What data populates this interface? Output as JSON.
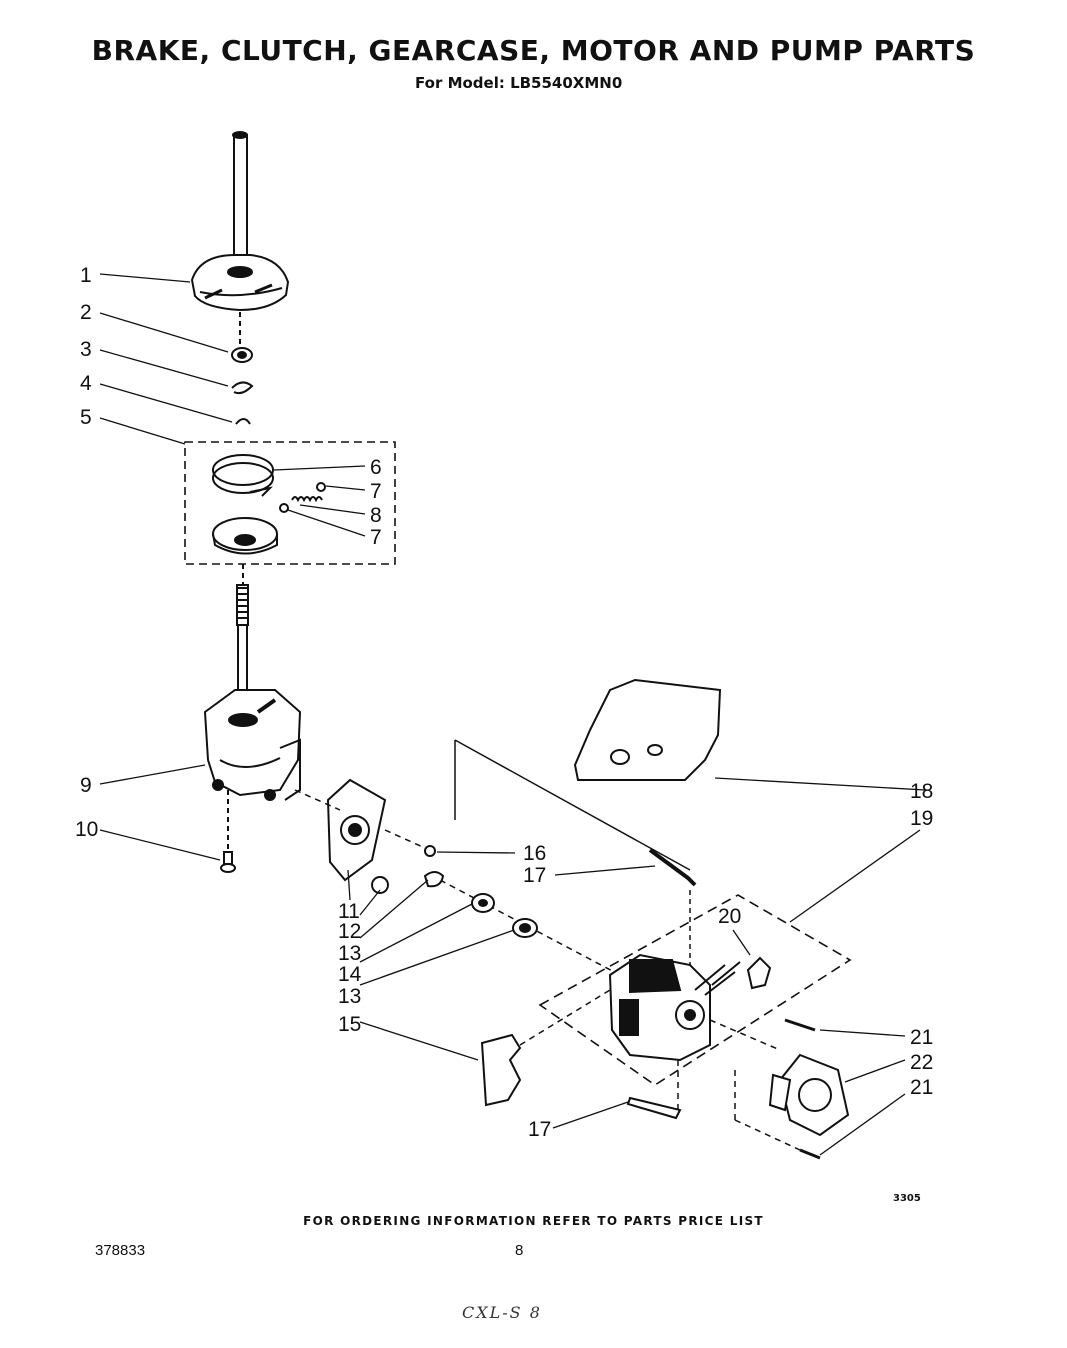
{
  "header": {
    "title": "BRAKE, CLUTCH, GEARCASE, MOTOR AND PUMP PARTS",
    "subtitle": "For Model: LB5540XMN0"
  },
  "callouts": [
    {
      "id": "c1",
      "label": "1"
    },
    {
      "id": "c2",
      "label": "2"
    },
    {
      "id": "c3",
      "label": "3"
    },
    {
      "id": "c4",
      "label": "4"
    },
    {
      "id": "c5",
      "label": "5"
    },
    {
      "id": "c6",
      "label": "6"
    },
    {
      "id": "c7a",
      "label": "7"
    },
    {
      "id": "c8",
      "label": "8"
    },
    {
      "id": "c7b",
      "label": "7"
    },
    {
      "id": "c9",
      "label": "9"
    },
    {
      "id": "c10",
      "label": "10"
    },
    {
      "id": "c11",
      "label": "11"
    },
    {
      "id": "c12",
      "label": "12"
    },
    {
      "id": "c13a",
      "label": "13"
    },
    {
      "id": "c14",
      "label": "14"
    },
    {
      "id": "c13b",
      "label": "13"
    },
    {
      "id": "c15",
      "label": "15"
    },
    {
      "id": "c16",
      "label": "16"
    },
    {
      "id": "c17a",
      "label": "17"
    },
    {
      "id": "c18",
      "label": "18"
    },
    {
      "id": "c19",
      "label": "19"
    },
    {
      "id": "c20",
      "label": "20"
    },
    {
      "id": "c21a",
      "label": "21"
    },
    {
      "id": "c22",
      "label": "22"
    },
    {
      "id": "c21b",
      "label": "21"
    },
    {
      "id": "c17b",
      "label": "17"
    }
  ],
  "footer": {
    "diagram_code": "3305",
    "ordering_note": "FOR ORDERING INFORMATION REFER TO PARTS PRICE LIST",
    "document_number": "378833",
    "page_number": "8",
    "handwritten_mark": "CXL-S 8"
  }
}
